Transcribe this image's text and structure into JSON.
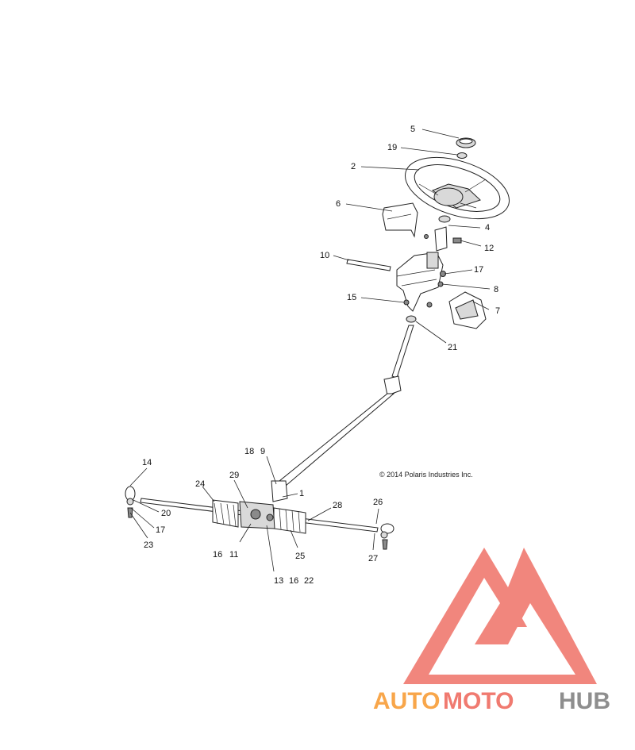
{
  "callouts": {
    "c1": "1",
    "c2": "2",
    "c4": "4",
    "c5": "5",
    "c6": "6",
    "c7": "7",
    "c8": "8",
    "c9": "9",
    "c10": "10",
    "c11": "11",
    "c12": "12",
    "c13": "13",
    "c14": "14",
    "c15": "15",
    "c16a": "16",
    "c16b": "16",
    "c17a": "17",
    "c17b": "17",
    "c18": "18",
    "c19": "19",
    "c20": "20",
    "c21": "21",
    "c22": "22",
    "c23": "23",
    "c24": "24",
    "c25": "25",
    "c26": "26",
    "c27": "27",
    "c28": "28",
    "c29": "29"
  },
  "copyright": "© 2014 Polaris Industries Inc.",
  "watermark": {
    "part1": "AUTO",
    "part2": "MOTO",
    "part3": "HUB",
    "colors": {
      "red": "#f07a70",
      "orange": "#f8a64a",
      "grey": "#8e8e8e"
    }
  }
}
